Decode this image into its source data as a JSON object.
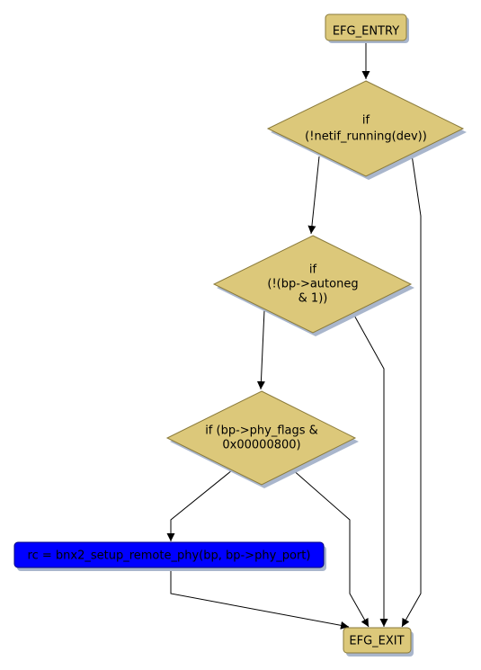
{
  "diagram": {
    "nodes": {
      "entry": {
        "label": "EFG_ENTRY",
        "shape": "box"
      },
      "cond1": {
        "lines": [
          "if",
          "(!netif_running(dev))"
        ],
        "shape": "diamond"
      },
      "cond2": {
        "lines": [
          "if",
          "(!(bp->autoneg",
          "& 1))"
        ],
        "shape": "diamond"
      },
      "cond3": {
        "lines": [
          "if (bp->phy_flags &",
          "0x00000800)"
        ],
        "shape": "diamond"
      },
      "call": {
        "label": "rc = bnx2_setup_remote_phy(bp, bp->phy_port)",
        "shape": "box",
        "highlighted": true
      },
      "exit": {
        "label": "EFG_EXIT",
        "shape": "box"
      }
    },
    "edges": [
      {
        "from": "entry",
        "to": "cond1"
      },
      {
        "from": "cond1",
        "to": "cond2"
      },
      {
        "from": "cond1",
        "to": "exit"
      },
      {
        "from": "cond2",
        "to": "cond3"
      },
      {
        "from": "cond2",
        "to": "exit"
      },
      {
        "from": "cond3",
        "to": "call"
      },
      {
        "from": "cond3",
        "to": "exit"
      },
      {
        "from": "call",
        "to": "exit"
      }
    ],
    "colors": {
      "node_fill": "#dcc87a",
      "node_stroke": "#8a7a3a",
      "shadow": "#a9b6cc",
      "highlight_fill": "#0000ff",
      "edge": "#000000"
    }
  }
}
